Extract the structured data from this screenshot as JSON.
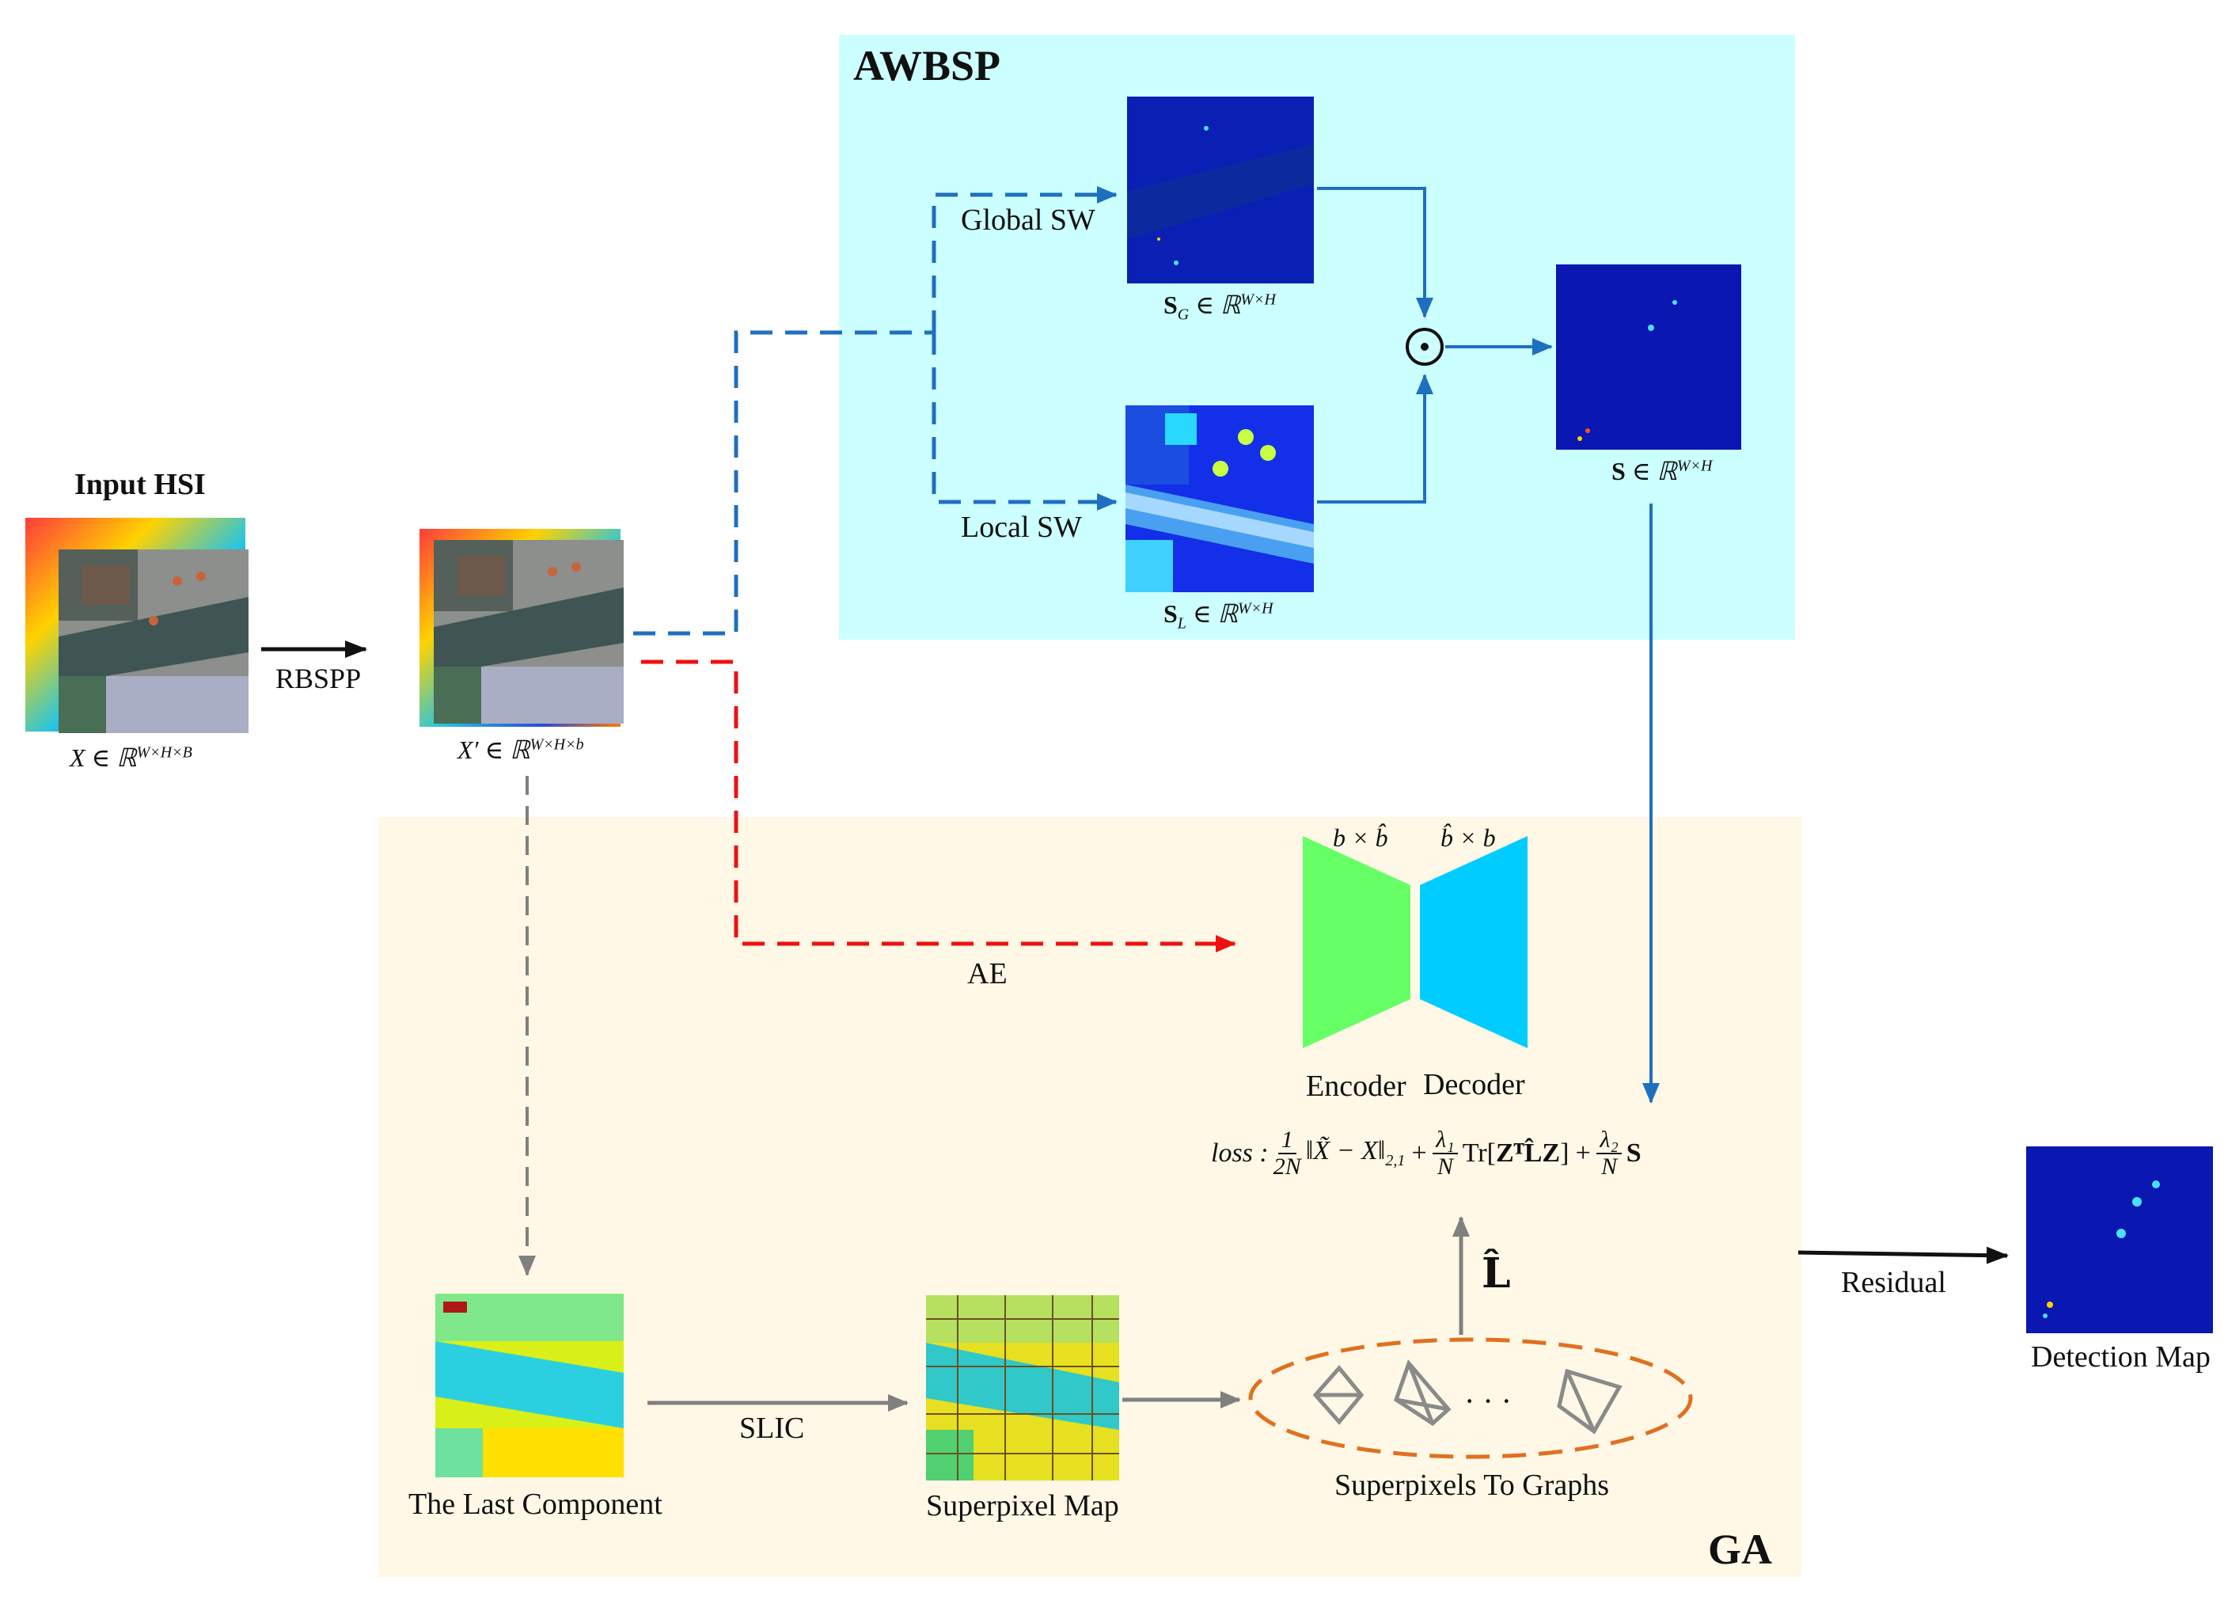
{
  "regions": {
    "awbsp": {
      "title": "AWBSP",
      "bg": "#ccffff"
    },
    "ga": {
      "title": "GA",
      "bg": "#fff8e6"
    }
  },
  "labels": {
    "input_hsi": "Input HSI",
    "rbspp": "RBSPP",
    "global_sw": "Global SW",
    "local_sw": "Local SW",
    "ae": "AE",
    "encoder": "Encoder",
    "decoder": "Decoder",
    "slic": "SLIC",
    "the_last_component": "The Last Component",
    "superpixel_map": "Superpixel Map",
    "superpixels_to_graphs": "Superpixels To Graphs",
    "residual": "Residual",
    "detection_map": "Detection Map",
    "ellipsis": "· · ·",
    "l_hat": "L̂"
  },
  "math": {
    "x_def": {
      "base": "X ∈ ℝ",
      "sup": "W×H×B"
    },
    "xprime_def": {
      "base": "X′ ∈ ℝ",
      "sup": "W×H×b"
    },
    "sg_def": {
      "base": "S",
      "sub": "G",
      "mid": " ∈ ℝ",
      "sup": "W×H"
    },
    "sl_def": {
      "base": "S",
      "sub": "L",
      "mid": " ∈ ℝ",
      "sup": "W×H"
    },
    "s_def": {
      "base": "S",
      "mid": " ∈ ℝ",
      "sup": "W×H"
    },
    "odot": "⊙",
    "enc_dim": "b × b̂",
    "dec_dim": "b̂ × b",
    "loss": {
      "prefix": "loss :",
      "f1_num": "1",
      "f1_den": "2N",
      "norm": "‖X̃ − X‖",
      "norm_sub": "2,1",
      "plus1": "+",
      "f2_num": "λ₁",
      "f2_den": "N",
      "trace": "Tr[",
      "trace_body": "ZᵀL̂Z",
      "trace_end": "]",
      "plus2": "+",
      "f3_num": "λ₂",
      "f3_den": "N",
      "last": "S"
    }
  },
  "colors": {
    "blue_arrow": "#1f6fc0",
    "red_arrow": "#ee1111",
    "gray_arrow": "#808080",
    "encoder": "#66ff66",
    "decoder": "#00ccff",
    "ellipse": "#e07020"
  }
}
